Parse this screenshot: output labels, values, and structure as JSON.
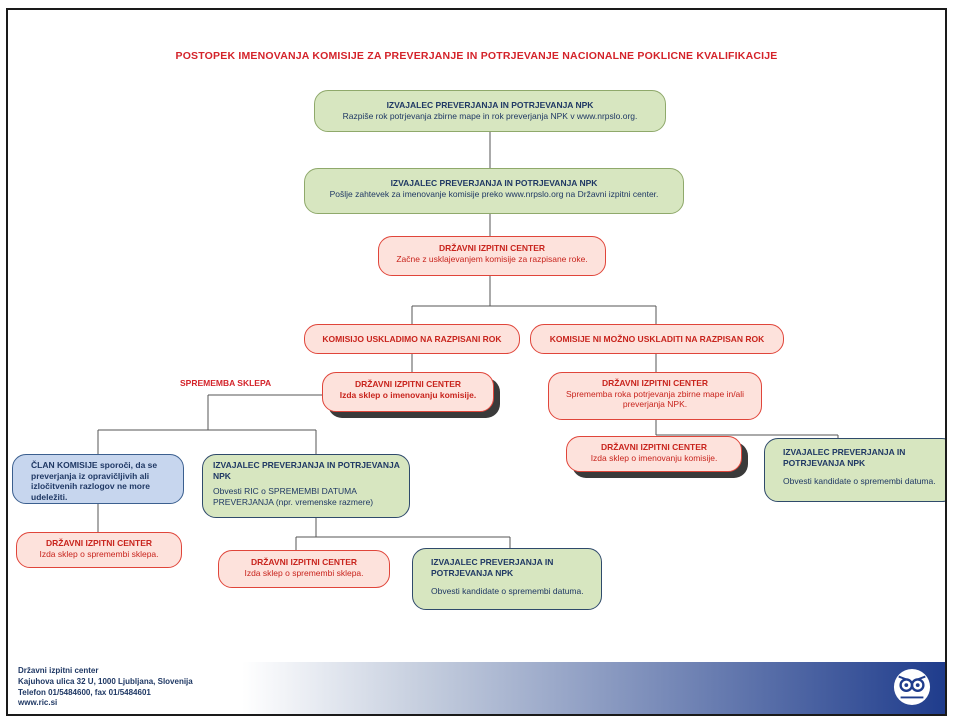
{
  "title": "POSTOPEK IMENOVANJA KOMISIJE ZA PREVERJANJE IN POTRJEVANJE NACIONALNE POKLICNE KVALIFIKACIJE",
  "nodes": {
    "n1": {
      "head": "IZVAJALEC PREVERJANJA IN POTRJEVANJA NPK",
      "body": "Razpiše rok potrjevanja zbirne mape in rok preverjanja NPK v www.nrpslo.org."
    },
    "n2": {
      "head": "IZVAJALEC PREVERJANJA IN POTRJEVANJA NPK",
      "body": "Pošlje zahtevek za imenovanje komisije preko www.nrpslo.org na Državni izpitni center."
    },
    "n3": {
      "head": "DRŽAVNI IZPITNI CENTER",
      "body": "Začne z usklajevanjem komisije za razpisane roke."
    },
    "n4": {
      "head": "KOMISIJO USKLADIMO NA RAZPISANI ROK"
    },
    "n5": {
      "head": "KOMISIJE NI MOŽNO USKLADITI NA RAZPISAN ROK"
    },
    "n6": {
      "head": "DRŽAVNI IZPITNI CENTER",
      "body": "Izda sklep o imenovanju komisije."
    },
    "n7": {
      "head": "DRŽAVNI IZPITNI CENTER",
      "body": "Sprememba roka potrjevanja zbirne mape in/ali preverjanja NPK."
    },
    "n8": {
      "head": "ČLAN KOMISIJE",
      "body": " sporoči, da se preverjanja iz opravičljivih ali izločitvenih razlogov ne more udeležiti."
    },
    "n9": {
      "head": "IZVAJALEC PREVERJANJA IN POTRJEVANJA NPK",
      "body": "Obvesti RIC o SPREMEMBI DATUMA PREVERJANJA (npr. vremenske razmere)"
    },
    "n10": {
      "head": "DRŽAVNI IZPITNI CENTER",
      "body": "Izda sklep o imenovanju komisije."
    },
    "n11": {
      "head": "IZVAJALEC PREVERJANJA IN POTRJEVANJA NPK",
      "body": "Obvesti kandidate o spremembi datuma."
    },
    "n12": {
      "head": "DRŽAVNI IZPITNI CENTER",
      "body": "Izda sklep o spremembi sklepa."
    },
    "n13": {
      "head": "DRŽAVNI IZPITNI CENTER",
      "body": "Izda sklep o spremembi sklepa."
    },
    "n14": {
      "head": "IZVAJALEC PREVERJANJA IN POTRJEVANJA NPK",
      "body": "Obvesti kandidate o spremembi datuma."
    }
  },
  "branch_label": "SPREMEMBA SKLEPA",
  "footer": {
    "line1": "Državni izpitni center",
    "line2": "Kajuhova ulica 32 U, 1000 Ljubljana, Slovenija",
    "line3": "Telefon 01/5484600, fax 01/5484601",
    "line4": "www.ric.si"
  },
  "colors": {
    "title_red": "#d4232a",
    "green_fill": "#d7e6c0",
    "red_fill": "#fde2dc",
    "blue_fill": "#c7d6ee",
    "navy": "#1f3864"
  },
  "icons": {
    "logo": "ric-owl-logo"
  }
}
